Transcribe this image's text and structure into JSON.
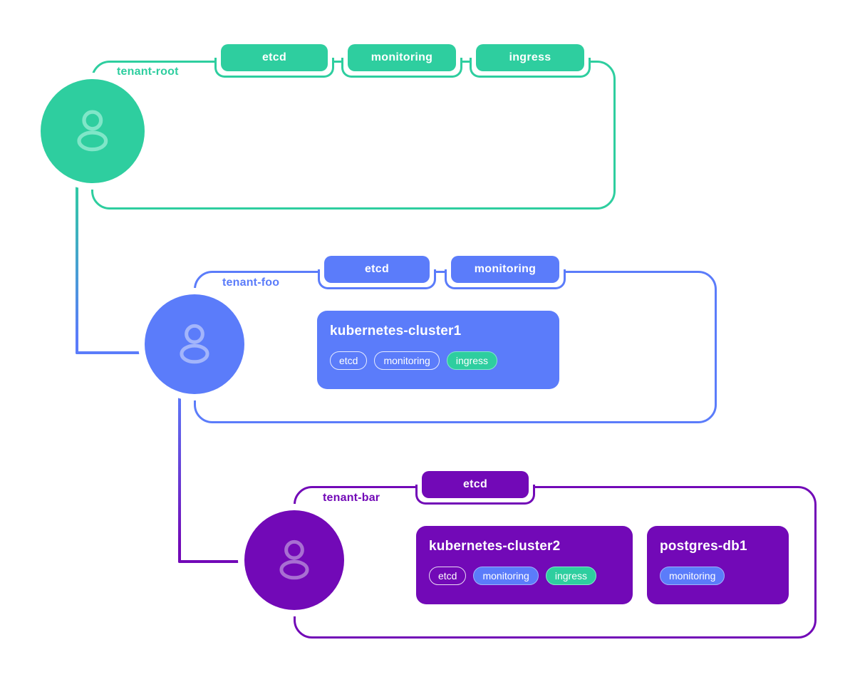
{
  "colors": {
    "tenant_root_accent": "#2ECE9F",
    "tenant_foo_accent": "#5B7CFA",
    "tenant_bar_accent": "#7209B7"
  },
  "tenants": [
    {
      "label": "tenant-root",
      "tabs": [
        "etcd",
        "monitoring",
        "ingress"
      ],
      "cards": []
    },
    {
      "label": "tenant-foo",
      "tabs": [
        "etcd",
        "monitoring"
      ],
      "cards": [
        {
          "title": "kubernetes-cluster1",
          "pills": [
            {
              "label": "etcd",
              "style": "outline"
            },
            {
              "label": "monitoring",
              "style": "outline"
            },
            {
              "label": "ingress",
              "style": "green"
            }
          ]
        }
      ]
    },
    {
      "label": "tenant-bar",
      "tabs": [
        "etcd"
      ],
      "cards": [
        {
          "title": "kubernetes-cluster2",
          "pills": [
            {
              "label": "etcd",
              "style": "outline"
            },
            {
              "label": "monitoring",
              "style": "blue"
            },
            {
              "label": "ingress",
              "style": "green"
            }
          ]
        },
        {
          "title": "postgres-db1",
          "pills": [
            {
              "label": "monitoring",
              "style": "blue"
            }
          ]
        }
      ]
    }
  ]
}
